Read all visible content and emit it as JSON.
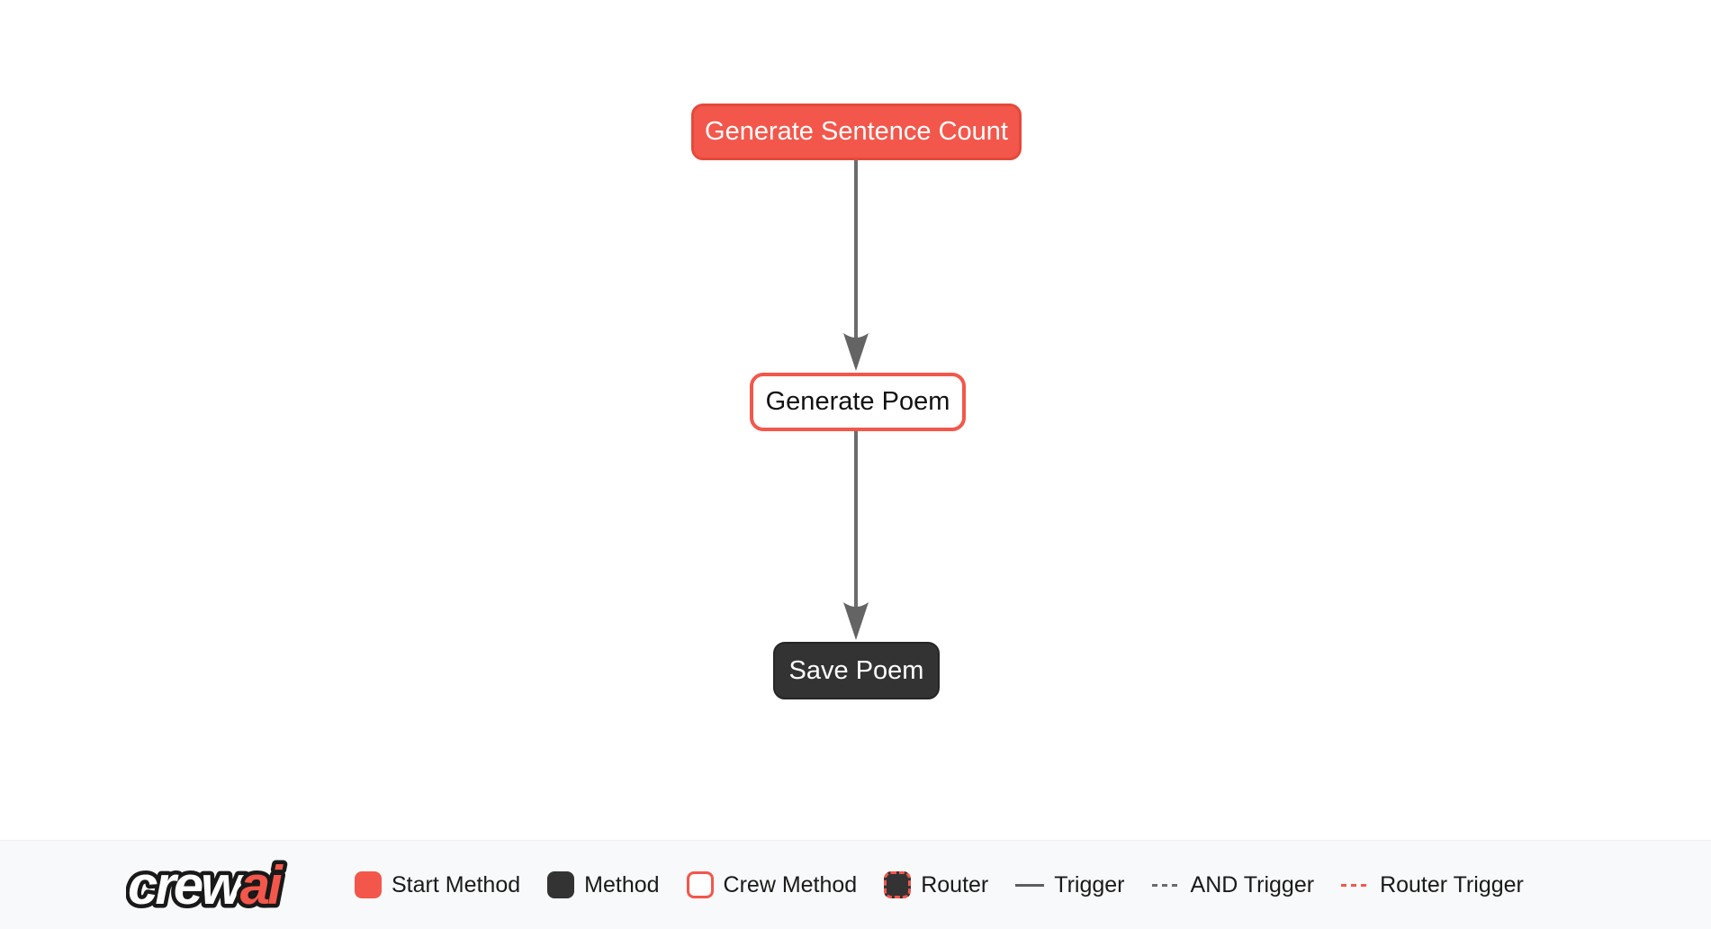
{
  "diagram": {
    "nodes": [
      {
        "label": "Generate Sentence Count",
        "type": "start_method"
      },
      {
        "label": "Generate Poem",
        "type": "crew_method"
      },
      {
        "label": "Save Poem",
        "type": "method"
      }
    ],
    "edges": [
      {
        "from": "Generate Sentence Count",
        "to": "Generate Poem",
        "type": "trigger"
      },
      {
        "from": "Generate Poem",
        "to": "Save Poem",
        "type": "trigger"
      }
    ]
  },
  "legend": {
    "logo": {
      "crew": "crew",
      "ai": "ai"
    },
    "items": [
      {
        "label": "Start Method",
        "swatch": "start-method-swatch"
      },
      {
        "label": "Method",
        "swatch": "method-swatch"
      },
      {
        "label": "Crew Method",
        "swatch": "crew-method-swatch"
      },
      {
        "label": "Router",
        "swatch": "router-swatch"
      },
      {
        "label": "Trigger",
        "swatch": "trigger-line"
      },
      {
        "label": "AND Trigger",
        "swatch": "and-trigger-line"
      },
      {
        "label": "Router Trigger",
        "swatch": "router-trigger-line"
      }
    ]
  },
  "colors": {
    "accent_red": "#F3574B",
    "accent_red_border": "#E4493B",
    "dark": "#333333",
    "edge_gray": "#6B6B6B",
    "legend_background": "#F8F9FA",
    "canvas_background": "#FFFFFF",
    "node_text_light": "#FFFFFF",
    "node_text_dark": "#111111"
  }
}
